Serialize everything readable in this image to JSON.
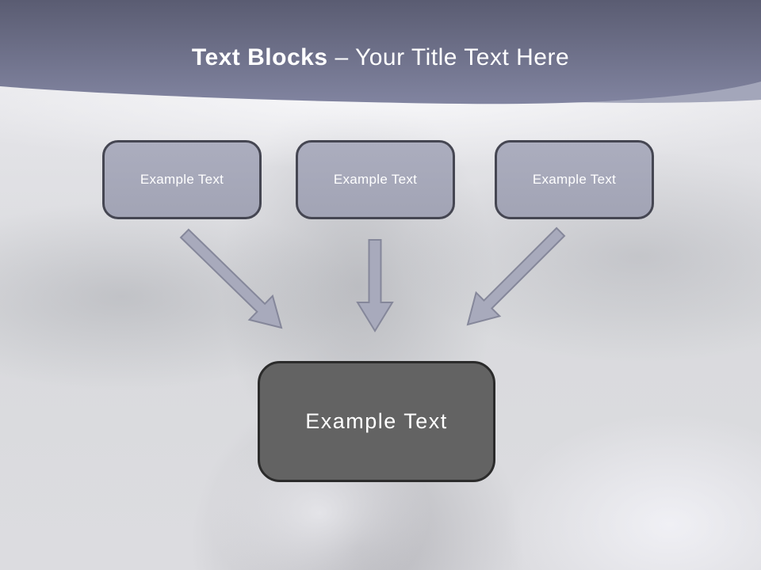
{
  "title": {
    "bold": "Text Blocks",
    "rest": "– Your Title Text Here"
  },
  "blocks": [
    {
      "label": "Example Text"
    },
    {
      "label": "Example Text"
    },
    {
      "label": "Example Text"
    }
  ],
  "result_block": {
    "label": "Example Text"
  },
  "arrows": [
    {
      "name": "left",
      "direction": "down-right"
    },
    {
      "name": "middle",
      "direction": "down"
    },
    {
      "name": "right",
      "direction": "down-left"
    }
  ],
  "theme": {
    "header_gradient_top": "#5a5c72",
    "header_gradient_bottom": "#8184a0",
    "header_secondary_wave": "#a3a6ba",
    "title_text": "#ffffff",
    "block_fill": "#a5a7b8",
    "block_border": "#454652",
    "block_text": "#ffffff",
    "arrow_fill": "#a8aabc",
    "arrow_border": "#85879a",
    "result_fill": "#636363",
    "result_border": "#2b2b2b",
    "result_text": "#ffffff",
    "background": "#dcdce0"
  }
}
